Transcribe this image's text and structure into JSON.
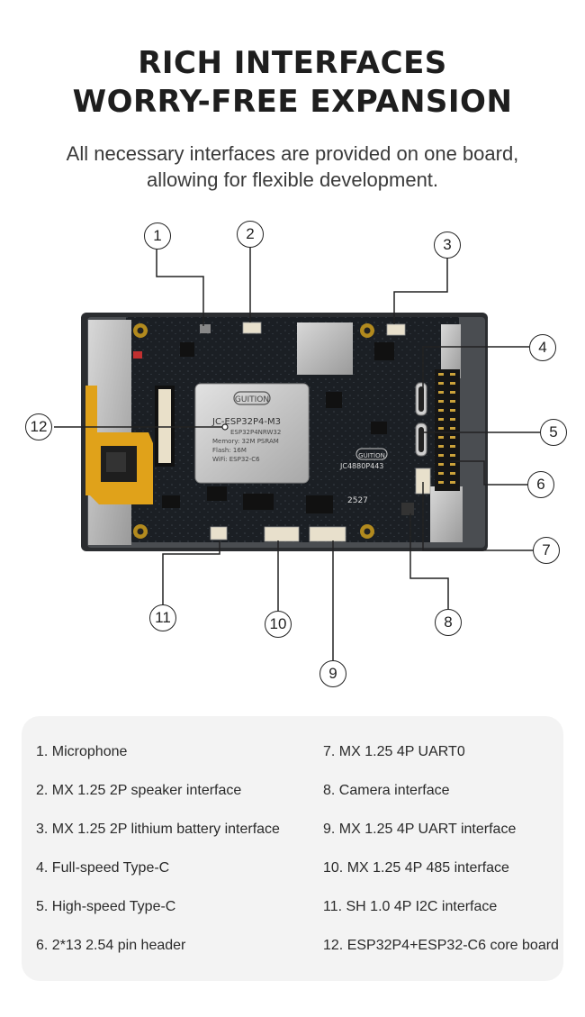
{
  "header": {
    "title_line1": "RICH INTERFACES",
    "title_line2": "WORRY-FREE EXPANSION",
    "subtitle_line1": "All necessary interfaces are provided on one board,",
    "subtitle_line2": "allowing for flexible development."
  },
  "board": {
    "chip_brand": "GUITION",
    "module_name": "JC-ESP32P4-M3",
    "module_sn": "ESP32P4NRW32",
    "module_memory": "Memory: 32M PSRAM",
    "module_flash": "Flash: 16M",
    "module_wifi": "WiFi: ESP32-C6",
    "board_brand": "GUITION",
    "board_model": "JC4880P443",
    "board_date": "2527"
  },
  "callouts": [
    "1",
    "2",
    "3",
    "4",
    "5",
    "6",
    "7",
    "8",
    "9",
    "10",
    "11",
    "12"
  ],
  "legend": {
    "left": [
      "1. Microphone",
      "2. MX 1.25 2P speaker interface",
      "3. MX 1.25 2P lithium battery interface",
      "4. Full-speed Type-C",
      "5. High-speed Type-C",
      "6. 2*13 2.54 pin header"
    ],
    "right": [
      "7. MX 1.25 4P UART0",
      "8. Camera interface",
      "9. MX 1.25 4P UART interface",
      "10. MX 1.25 4P 485 interface",
      "11. SH 1.0 4P I2C interface",
      "12. ESP32P4+ESP32-C6 core board"
    ]
  }
}
